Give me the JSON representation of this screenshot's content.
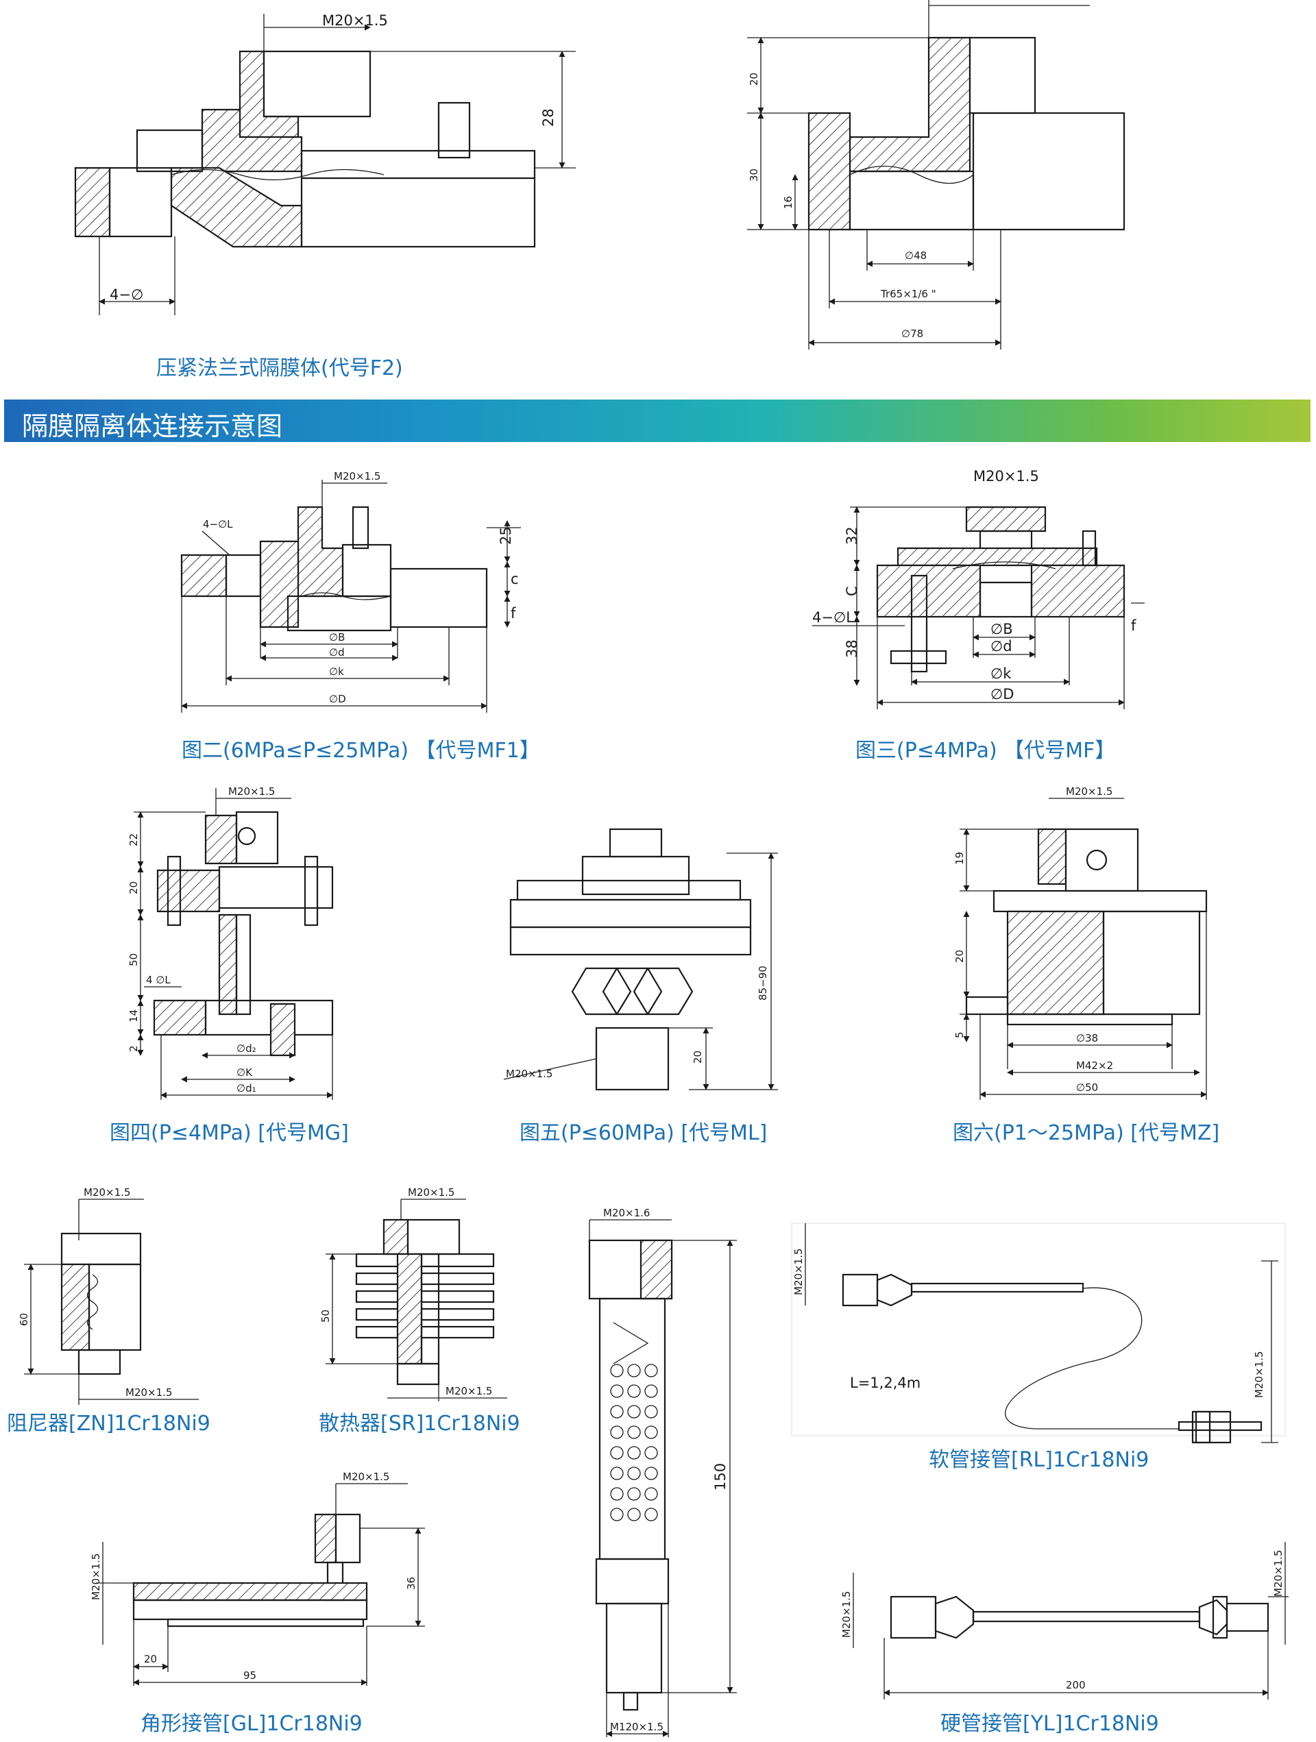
{
  "section": {
    "banner_title": "隔膜隔离体连接示意图",
    "banner_gradient": [
      "#1f69b8",
      "#22b2b3",
      "#a5c73a"
    ],
    "caption_color": "#1b72b6"
  },
  "figures": {
    "f2": {
      "caption": "压紧法兰式隔膜体(代号F2)",
      "dims": {
        "thread": "M20×1.5",
        "h28": "28",
        "holes": "4−∅"
      }
    },
    "f2b": {
      "dims": {
        "h20": "20",
        "h30": "30",
        "h16": "16",
        "d48": "∅48",
        "tr": "Tr65×1/6 \"",
        "d78": "∅78"
      }
    },
    "mf1": {
      "caption": "图二(6MPa≤P≤25MPa) 【代号MF1】",
      "dims": {
        "thread": "M20×1.5",
        "holes": "4−∅L",
        "h25": "25",
        "c": "c",
        "f": "f",
        "dB": "∅B",
        "dd": "∅d",
        "dk": "∅k",
        "dD": "∅D"
      }
    },
    "mf": {
      "caption": "图三(P≤4MPa) 【代号MF】",
      "dims": {
        "thread": "M20×1.5",
        "h32": "32",
        "c": "C",
        "holes": "4−∅L",
        "h38": "38",
        "dB": "∅B",
        "dd": "∅d",
        "dk": "∅k",
        "dD": "∅D",
        "f": "f"
      }
    },
    "mg": {
      "caption": "图四(P≤4MPa) [代号MG]",
      "dims": {
        "thread": "M20×1.5",
        "h22": "22",
        "h20": "20",
        "h50": "50",
        "holes": "4 ∅L",
        "h14": "14",
        "h2": "2",
        "dd2": "∅d₂",
        "dK": "∅K",
        "dd1": "∅d₁"
      }
    },
    "ml": {
      "caption": "图五(P≤60MPa) [代号ML]",
      "dims": {
        "h8590": "85−90",
        "h20": "20",
        "thread": "M20×1.5"
      }
    },
    "mz": {
      "caption": "图六(P1～25MPa) [代号MZ]",
      "dims": {
        "thread": "M20×1.5",
        "h19": "19",
        "h20": "20",
        "h5": "5",
        "d38": "∅38",
        "m42": "M42×2",
        "d50": "∅50"
      }
    },
    "zn": {
      "caption": "阻尼器[ZN]1Cr18Ni9",
      "dims": {
        "thread_top": "M20×1.5",
        "h60": "60",
        "thread_bottom": "M20×1.5"
      }
    },
    "sr": {
      "caption": "散热器[SR]1Cr18Ni9",
      "dims": {
        "thread_top": "M20×1.5",
        "h50": "50",
        "thread_bottom": "M20×1.5"
      }
    },
    "long": {
      "dims": {
        "thread_top": "M20×1.6",
        "h150": "150",
        "thread_bottom": "M120×1.5"
      }
    },
    "rl": {
      "caption": "软管接管[RL]1Cr18Ni9",
      "dims": {
        "thread_left": "M20×1.5",
        "thread_right": "M20×1.5",
        "length": "L=1,2,4m"
      }
    },
    "gl": {
      "caption": "角形接管[GL]1Cr18Ni9",
      "dims": {
        "thread_top": "M20×1.5",
        "thread_left": "M20×1.5",
        "h36": "36",
        "w20": "20",
        "w95": "95"
      }
    },
    "yl": {
      "caption": "硬管接管[YL]1Cr18Ni9",
      "dims": {
        "thread_left": "M20×1.5",
        "thread_right": "M20×1.5",
        "w200": "200"
      }
    }
  }
}
